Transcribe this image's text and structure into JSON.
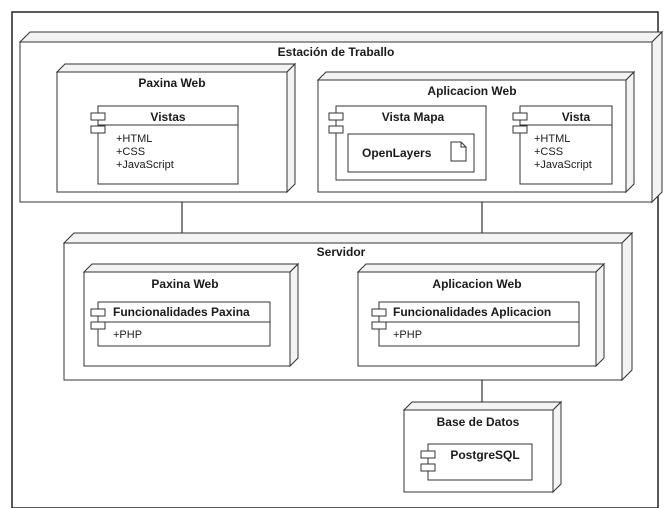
{
  "diagram": {
    "workstation": {
      "title": "Estación de Traballo"
    },
    "client_web_page": {
      "title": "Paxina Web",
      "component": {
        "name": "Vistas",
        "items": [
          "+HTML",
          "+CSS",
          "+JavaScript"
        ]
      }
    },
    "client_web_app": {
      "title": "Aplicacion Web",
      "map_component": {
        "name": "Vista Mapa",
        "artifact": "OpenLayers"
      },
      "view_component": {
        "name": "Vista",
        "items": [
          "+HTML",
          "+CSS",
          "+JavaScript"
        ]
      }
    },
    "server": {
      "title": "Servidor"
    },
    "server_web_page": {
      "title": "Paxina Web",
      "component": {
        "name": "Funcionalidades Paxina",
        "items": [
          "+PHP"
        ]
      }
    },
    "server_web_app": {
      "title": "Aplicacion Web",
      "component": {
        "name": "Funcionalidades Aplicacion",
        "items": [
          "+PHP"
        ]
      }
    },
    "database": {
      "title": "Base de Datos",
      "component": {
        "name": "PostgreSQL"
      }
    }
  }
}
